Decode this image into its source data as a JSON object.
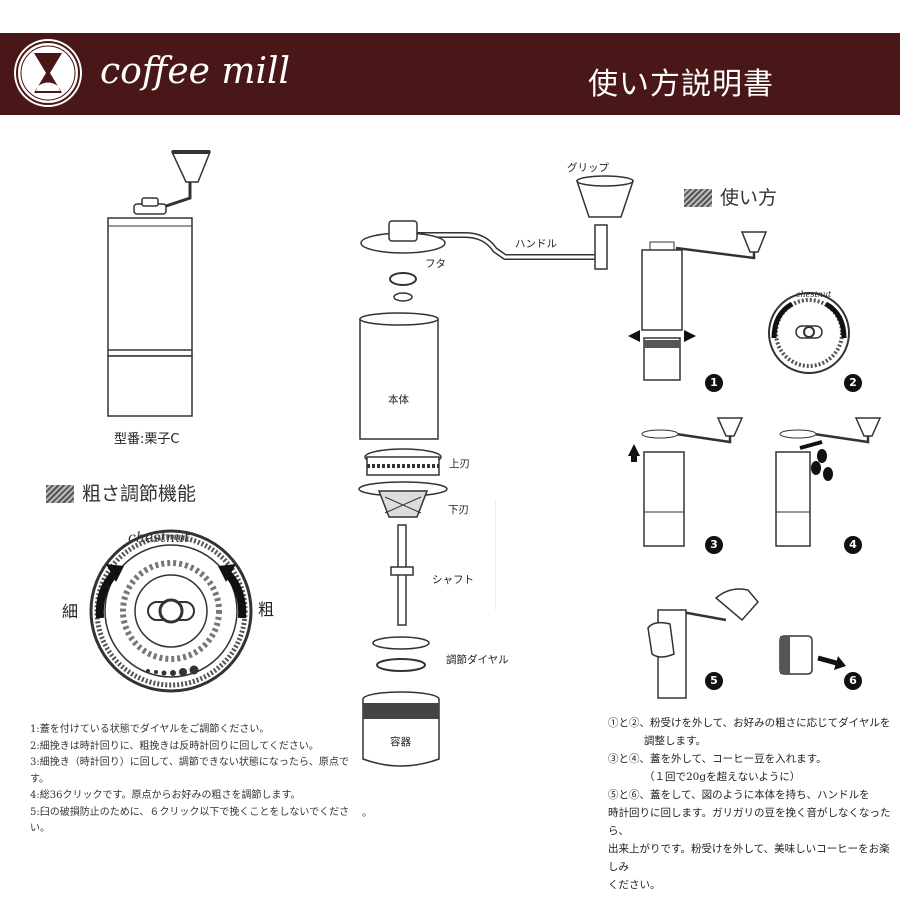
{
  "header": {
    "brand": "coffee mill",
    "title": "使い方説明書"
  },
  "product": {
    "model_label": "型番:栗子C"
  },
  "sections": {
    "adjust_title": "粗さ調節機能",
    "usage_title": "使い方"
  },
  "dial": {
    "brand_text": "chestnut",
    "fine_label": "細",
    "coarse_label": "粗"
  },
  "parts": {
    "grip": "グリップ",
    "handle": "ハンドル",
    "lid": "フタ",
    "body": "本体",
    "upper_blade": "上刃",
    "lower_blade": "下刃",
    "shaft": "シャフト",
    "dial": "調節ダイヤル",
    "container": "容器"
  },
  "adjust_notes": [
    "1:蓋を付けている状態でダイヤルをご調節ください。",
    "2:細挽きは時計回りに、粗挽きは反時計回りに回してください。",
    "3:細挽き（時計回り）に回して、調節できない状態になったら、原点です。",
    "4:総36クリックです。原点からお好みの粗さを調節します。",
    "5:臼の破損防止のために、６クリック以下で挽くことをしないでください。"
  ],
  "steps": [
    "1",
    "2",
    "3",
    "4",
    "5",
    "6"
  ],
  "step_mark": {
    "brand": "chestnut"
  },
  "instructions": [
    "①と②、粉受けを外して、お好みの粗さに応じてダイヤルを",
    "調整します。",
    "③と④、蓋を外して、コーヒー豆を入れます。",
    "（１回で20gを超えないように）",
    "⑤と⑥、蓋をして、図のように本体を持ち、ハンドルを",
    "時計回りに回します。ガリガリの豆を挽く音がしなくなったら、",
    "出来上がりです。粉受けを外して、美味しいコーヒーをお楽しみ",
    "ください。"
  ],
  "footnote": "。",
  "colors": {
    "header_bg": "#4a1718",
    "arrow": "#111111"
  }
}
